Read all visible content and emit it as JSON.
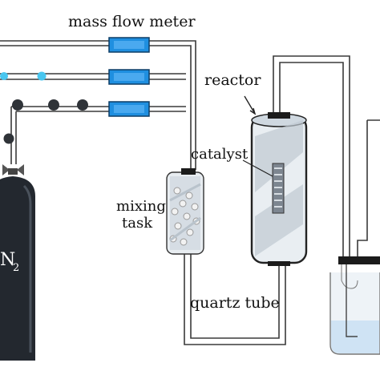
{
  "labels": {
    "mass_flow_meter": "mass flow meter",
    "reactor": "reactor",
    "catalyst": "catalyst",
    "mixing_line1": "mixing",
    "mixing_line2": "task",
    "quartz_tube": "quartz tube",
    "cylinder_main": "N",
    "cylinder_sub": "2"
  },
  "colors": {
    "flow_meter_fill": "#1f8fe0",
    "pipe": "#3a3a3a",
    "cylinder": "#23282f",
    "light_valve": "#49c6ef",
    "dark_valve": "#2f3338",
    "beaker_liquid": "#cfe3f4",
    "glass": "#dfe7ee"
  },
  "icons": {
    "gas_cylinder": "gas-cylinder-icon",
    "flow_meter": "flow-meter-icon",
    "valve": "valve-icon",
    "mixing_tank": "mixing-tank-icon",
    "reactor_column": "reactor-column-icon",
    "beaker": "beaker-icon"
  }
}
